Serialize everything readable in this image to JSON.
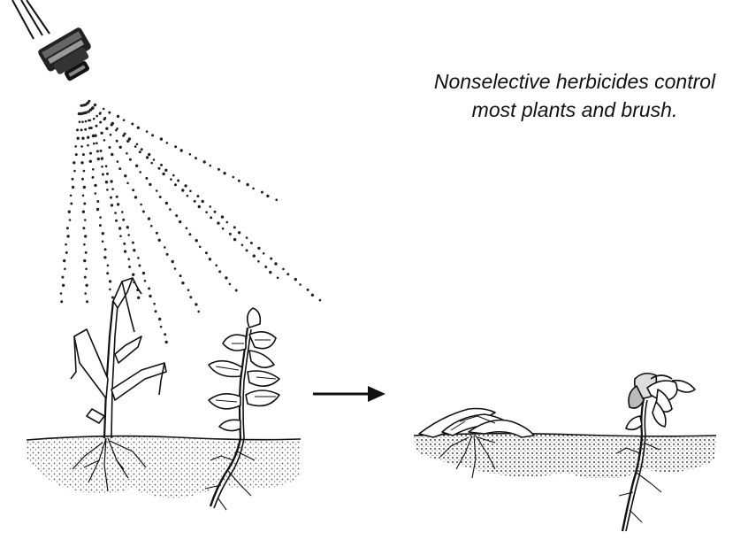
{
  "caption": {
    "line1": "Nonselective herbicides control",
    "line2": "most plants and brush."
  },
  "colors": {
    "ink": "#111111",
    "soil": "#4a4a4a",
    "paper": "#ffffff"
  },
  "figure": {
    "before_plants": [
      "grass-plant-wilting",
      "broadleaf-plant-upright"
    ],
    "after_plants": [
      "grass-plant-dead",
      "broadleaf-plant-dead"
    ],
    "sprayer_icon": "spray-nozzle-icon",
    "arrow_icon": "arrow-right-icon"
  }
}
